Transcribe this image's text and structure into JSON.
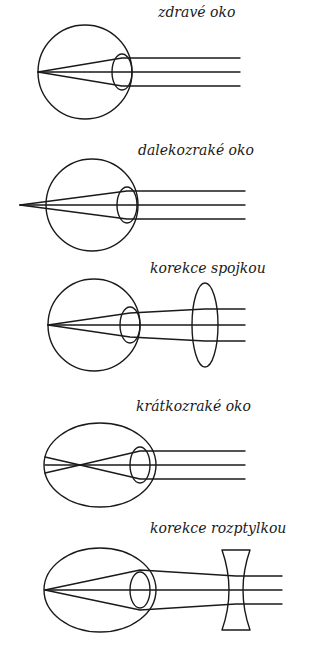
{
  "diagram": {
    "labels": [
      "zdravé oko",
      "dalekozraké oko",
      "korekce spojkou",
      "krátkozraké oko",
      "korekce rozptylkou"
    ]
  }
}
